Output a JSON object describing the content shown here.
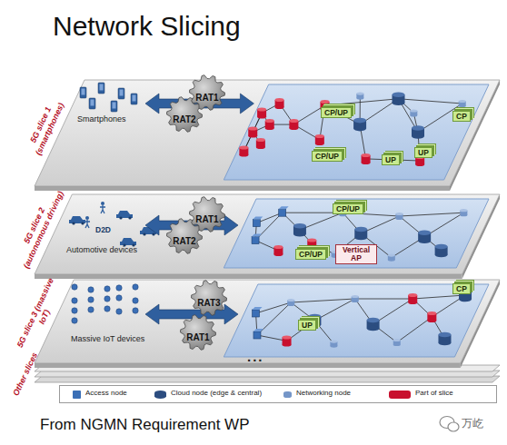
{
  "diagram": {
    "title": "Network Slicing",
    "caption": "From NGMN Requirement WP",
    "nodes": [
      {
        "text": [
          "5G slice 1 (smartphones)",
          "Smartphones"
        ]
      },
      {
        "text": [
          "RAT1"
        ],
        "in": 0
      },
      {
        "text": [
          "RAT2"
        ],
        "in": 0
      },
      {
        "text": [
          "CP/UP"
        ],
        "in": 0
      },
      {
        "text": [
          "CP"
        ],
        "in": 0
      },
      {
        "text": [
          "CP/UP"
        ],
        "in": 0
      },
      {
        "text": [
          "UP"
        ],
        "in": 0
      },
      {
        "text": [
          "UP"
        ],
        "in": 0
      },
      {
        "text": [
          "5G slice 2 (autonomous driving)",
          "Automotive devices"
        ]
      },
      {
        "text": [
          "RAT1"
        ],
        "in": 8
      },
      {
        "text": [
          "RAT2"
        ],
        "in": 8
      },
      {
        "text": [
          "CP/UP"
        ],
        "in": 8
      },
      {
        "text": [
          "CP/UP"
        ],
        "in": 8
      },
      {
        "text": [
          "Vertical AP"
        ],
        "in": 8
      },
      {
        "text": [
          "5G slice 3 (massive IoT)",
          "Massive IoT devices"
        ]
      },
      {
        "text": [
          "RAT3"
        ],
        "in": 14
      },
      {
        "text": [
          "RAT1"
        ],
        "in": 14
      },
      {
        "text": [
          "CP"
        ],
        "in": 14
      },
      {
        "text": [
          "UP"
        ],
        "in": 14
      }
    ],
    "labels": [
      "D2D",
      "Other slices",
      "...",
      "万屹"
    ],
    "legend": [
      {
        "text": "Access node",
        "color": "#3b6fb6"
      },
      {
        "text": "Cloud node (edge & central)",
        "color": "#2c4d80"
      },
      {
        "text": "Networking node",
        "color": "#7596c8"
      },
      {
        "text": "Part of slice",
        "color": "#c8102e"
      }
    ]
  }
}
